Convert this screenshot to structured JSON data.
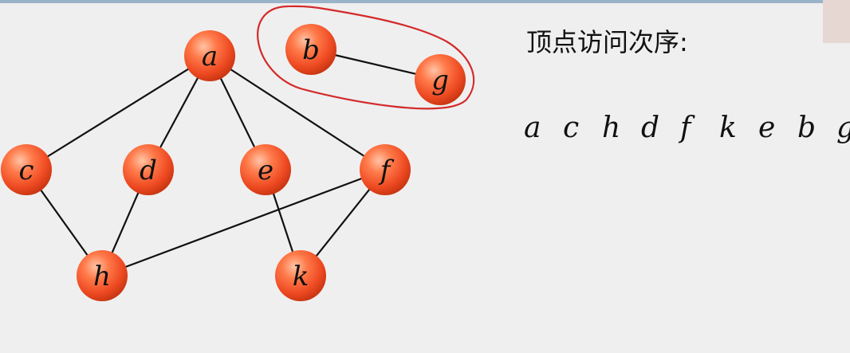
{
  "graph": {
    "nodes": [
      {
        "id": "a",
        "label": "a"
      },
      {
        "id": "b",
        "label": "b"
      },
      {
        "id": "g",
        "label": "g"
      },
      {
        "id": "c",
        "label": "c"
      },
      {
        "id": "d",
        "label": "d"
      },
      {
        "id": "e",
        "label": "e"
      },
      {
        "id": "f",
        "label": "f"
      },
      {
        "id": "h",
        "label": "h"
      },
      {
        "id": "k",
        "label": "k"
      }
    ],
    "edges": [
      [
        "a",
        "c"
      ],
      [
        "a",
        "d"
      ],
      [
        "a",
        "e"
      ],
      [
        "a",
        "f"
      ],
      [
        "b",
        "g"
      ],
      [
        "c",
        "h"
      ],
      [
        "d",
        "h"
      ],
      [
        "f",
        "h"
      ],
      [
        "e",
        "k"
      ],
      [
        "f",
        "k"
      ]
    ],
    "highlight_group": [
      "b",
      "g"
    ],
    "colors": {
      "node_fill_light": "#ff9a6e",
      "node_fill": "#f2552e",
      "node_fill_dark": "#c93612",
      "edge": "#111111",
      "annotation_circle": "#d42a2a"
    }
  },
  "visit_order": {
    "title": "顶点访问次序:",
    "sequence": [
      "a",
      "c",
      "h",
      "d",
      "f",
      "k",
      "e",
      "b",
      "g"
    ]
  }
}
